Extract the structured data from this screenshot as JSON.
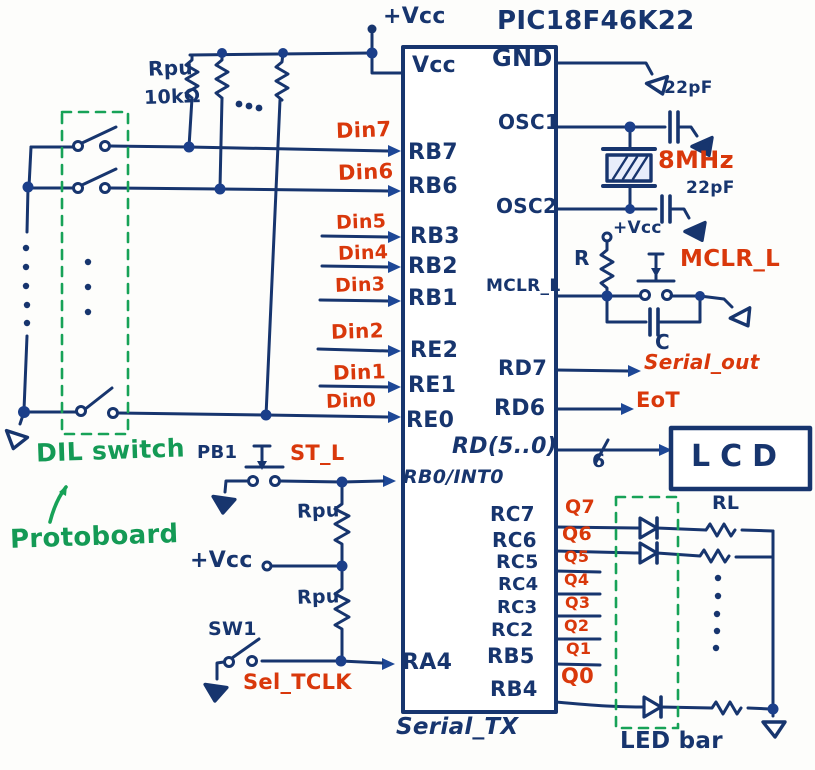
{
  "title": "PIC18F46K22",
  "colors": {
    "ink": "#17356e",
    "accent_red": "#d9380b",
    "accent_green": "#149a55"
  },
  "power": {
    "vcc_top": "+Vcc",
    "vcc_mclr": "+Vcc",
    "vcc_mid": "+Vcc"
  },
  "pullups": {
    "name": "Rpu",
    "value": "10kΩ",
    "rpu1": "Rpu",
    "rpu2": "Rpu"
  },
  "ic": {
    "left_pins": [
      "Vcc",
      "RB7",
      "RB6",
      "RB3",
      "RB2",
      "RB1",
      "RE2",
      "RE1",
      "RE0",
      "RB0/INT0",
      "RA4"
    ],
    "right_pins": [
      "GND",
      "OSC1",
      "OSC2",
      "MCLR_L",
      "RD7",
      "RD6",
      "RD(5..0)",
      "RC7",
      "RC6",
      "RC5",
      "RC4",
      "RC3",
      "RC2",
      "RB5",
      "RB4"
    ],
    "bottom_label": "Serial_TX"
  },
  "signals": {
    "din": [
      "Din7",
      "Din6",
      "Din5",
      "Din4",
      "Din3",
      "Din2",
      "Din1",
      "Din0"
    ],
    "q": [
      "Q7",
      "Q6",
      "Q5",
      "Q4",
      "Q3",
      "Q2",
      "Q1",
      "Q0"
    ],
    "serial_out": "Serial_out",
    "eot": "EoT",
    "mclr_l": "MCLR_L",
    "st_l": "ST_L",
    "sel_tclk": "Sel_TCLK",
    "bus_width": "6"
  },
  "oscillator": {
    "crystal": "8MHz",
    "cap1": "22pF",
    "cap2": "22pF"
  },
  "reset": {
    "resistor": "R",
    "capacitor": "C"
  },
  "buttons": {
    "pb1": "PB1",
    "sw1": "SW1"
  },
  "led_section": {
    "rl": "RL",
    "label": "LED bar"
  },
  "lcd": {
    "label": "LCD"
  },
  "annotations": {
    "dil_switch": "DIL switch",
    "protoboard": "Protoboard"
  }
}
